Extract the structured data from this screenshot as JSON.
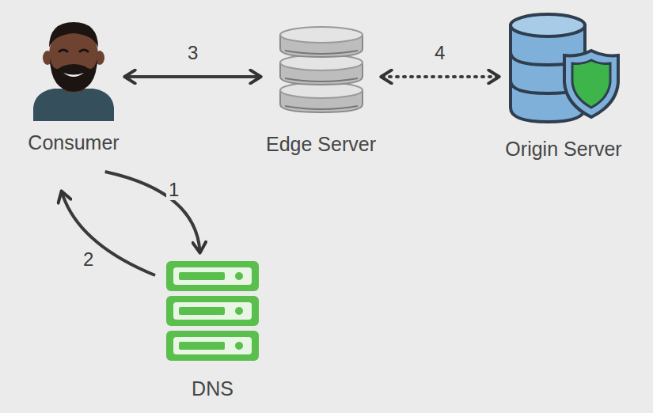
{
  "diagram": {
    "nodes": [
      {
        "text": [
          "Consumer"
        ]
      },
      {
        "text": [
          "Edge Server"
        ]
      },
      {
        "text": [
          "Origin Server"
        ]
      },
      {
        "text": [
          "DNS"
        ]
      }
    ],
    "edges": [
      {
        "from": 0,
        "to": 1,
        "arrow": "both",
        "label": "3"
      },
      {
        "from": 1,
        "to": 2,
        "arrow": "both",
        "label": "4"
      },
      {
        "from": 0,
        "to": 3,
        "arrow": "to",
        "label": "1"
      },
      {
        "from": 3,
        "to": 0,
        "arrow": "to",
        "label": "2"
      }
    ]
  }
}
